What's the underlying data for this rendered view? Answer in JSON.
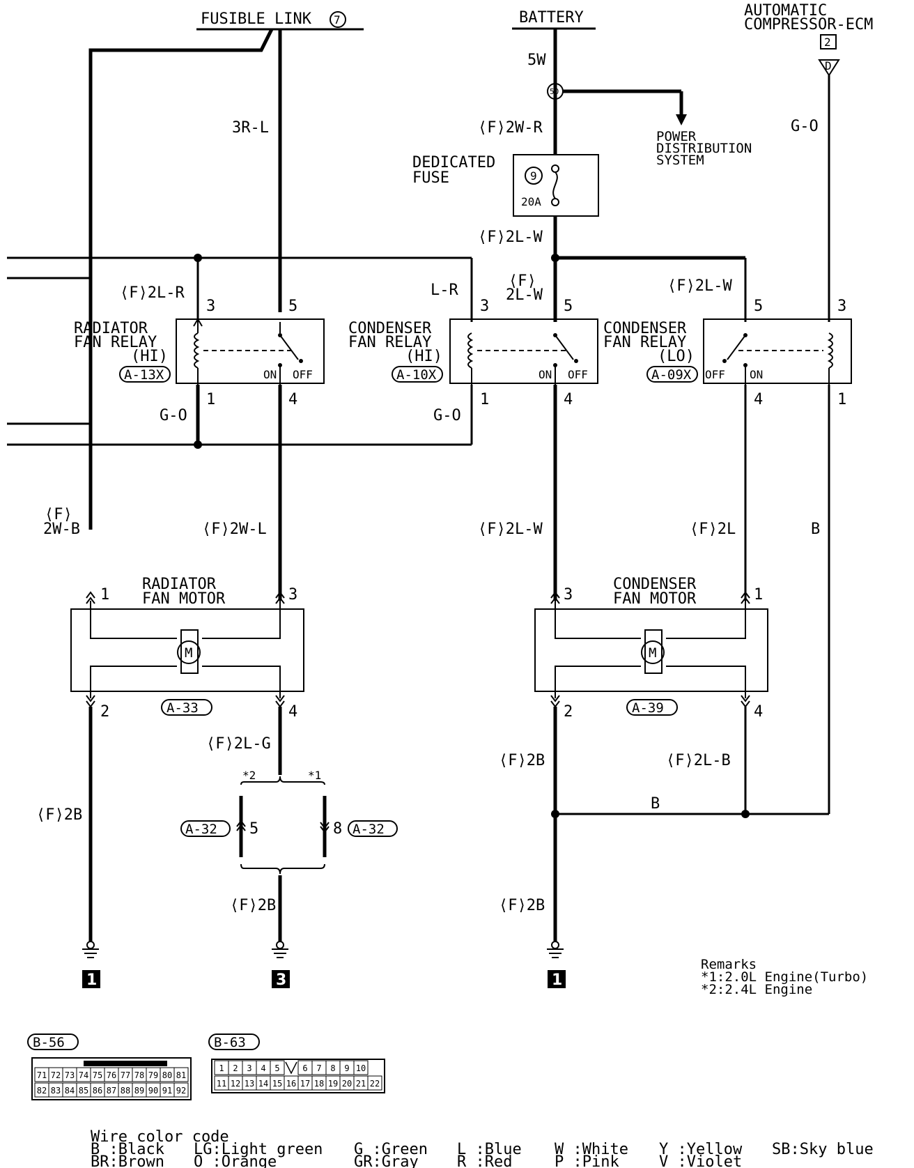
{
  "sources": {
    "fusible_link": "FUSIBLE LINK",
    "fusible_link_num": "7",
    "battery": "BATTERY",
    "ecm_line1": "AUTOMATIC",
    "ecm_line2": "COMPRESSOR-ECM",
    "ecm_num": "2",
    "ecm_pin": "D",
    "power_dist_1": "POWER",
    "power_dist_2": "DISTRIBUTION",
    "power_dist_3": "SYSTEM",
    "junction_num": "50",
    "fuse_label_1": "DEDICATED",
    "fuse_label_2": "FUSE",
    "fuse_num": "9",
    "fuse_rating": "20A"
  },
  "wires": {
    "w_3rl": "3R-L",
    "w_5w": "5W",
    "w_f2wr": "⟨F⟩2W-R",
    "w_go_top": "G-O",
    "w_f2lw_a": "⟨F⟩2L-W",
    "w_f2lr": "⟨F⟩2L-R",
    "w_lr": "L-R",
    "w_f_a": "⟨F⟩",
    "w_2lw_b": "2L-W",
    "w_f2lw_c": "⟨F⟩2L-W",
    "w_go_l": "G-O",
    "w_go_m": "G-O",
    "w_f_b": "⟨F⟩",
    "w_2wb": "2W-B",
    "w_f2wl": "⟨F⟩2W-L",
    "w_f2lw_d": "⟨F⟩2L-W",
    "w_f2l": "⟨F⟩2L",
    "w_b_r": "B",
    "w_f2lg": "⟨F⟩2L-G",
    "w_f2b_a": "⟨F⟩2B",
    "w_f2b_b": "⟨F⟩2B",
    "w_f2b_c": "⟨F⟩2B",
    "w_f2b_d": "⟨F⟩2B",
    "w_f2lb": "⟨F⟩2L-B",
    "w_b_bottom": "B"
  },
  "relays": {
    "rad_hi_1": "RADIATOR",
    "rad_hi_2": "FAN RELAY",
    "rad_hi_3": "(HI)",
    "rad_hi_conn": "A-13X",
    "cond_hi_1": "CONDENSER",
    "cond_hi_2": "FAN RELAY",
    "cond_hi_3": "(HI)",
    "cond_hi_conn": "A-10X",
    "cond_lo_1": "CONDENSER",
    "cond_lo_2": "FAN RELAY",
    "cond_lo_3": "(LO)",
    "cond_lo_conn": "A-09X",
    "on": "ON",
    "off": "OFF"
  },
  "pins": {
    "p3": "3",
    "p5": "5",
    "p1": "1",
    "p4": "4",
    "p2": "2",
    "p8": "8"
  },
  "motors": {
    "rad_1": "RADIATOR",
    "rad_2": "FAN MOTOR",
    "rad_conn": "A-33",
    "cond_1": "CONDENSER",
    "cond_2": "FAN MOTOR",
    "cond_conn": "A-39",
    "m": "M"
  },
  "engine_branch": {
    "star2": "*2",
    "star1": "*1",
    "conn_left": "A-32",
    "conn_right": "A-32"
  },
  "grounds": {
    "g1": "1",
    "g3": "3",
    "g1b": "1"
  },
  "remarks": {
    "title": "Remarks",
    "r1": "*1:2.0L  Engine(Turbo)",
    "r2": "*2:2.4L  Engine"
  },
  "connectors": {
    "b56": "B-56",
    "b56_row1": [
      "71",
      "72",
      "73",
      "74",
      "75",
      "76",
      "77",
      "78",
      "79",
      "80",
      "81"
    ],
    "b56_row2": [
      "82",
      "83",
      "84",
      "85",
      "86",
      "87",
      "88",
      "89",
      "90",
      "91",
      "92"
    ],
    "b63": "B-63",
    "b63_row1": [
      "1",
      "2",
      "3",
      "4",
      "5",
      "",
      "6",
      "7",
      "8",
      "9",
      "10"
    ],
    "b63_row2": [
      "11",
      "12",
      "13",
      "14",
      "15",
      "16",
      "17",
      "18",
      "19",
      "20",
      "21",
      "22"
    ]
  },
  "color_code": {
    "title": "Wire color code",
    "col1_a": "B :Black",
    "col1_b": "BR:Brown",
    "col2_a": "LG:Light green",
    "col2_b": "O :Orange",
    "col3_a": "G :Green",
    "col3_b": "GR:Gray",
    "col4_a": "L :Blue",
    "col4_b": "R :Red",
    "col5_a": "W :White",
    "col5_b": "P :Pink",
    "col6_a": "Y :Yellow",
    "col6_b": "V :Violet",
    "col7_a": "SB:Sky blue"
  }
}
